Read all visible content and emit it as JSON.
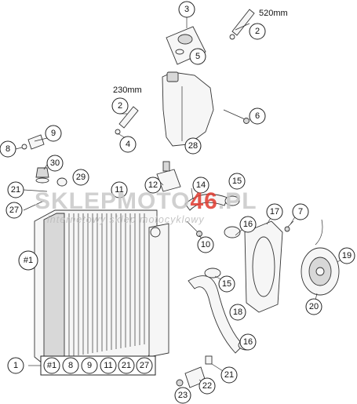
{
  "callouts": {
    "c1": "1",
    "c2a": "2",
    "c2b": "2",
    "c3": "3",
    "c4": "4",
    "c5": "5",
    "c6": "6",
    "c7": "7",
    "c8": "8",
    "c9": "9",
    "c10": "10",
    "c11": "11",
    "c12": "12",
    "c14": "14",
    "c15a": "15",
    "c15b": "15",
    "c16a": "16",
    "c16b": "16",
    "c17": "17",
    "c18": "18",
    "c19": "19",
    "c20": "20",
    "c21a": "21",
    "c21b": "21",
    "c22": "22",
    "c23": "23",
    "c27": "27",
    "c28": "28",
    "c29": "29",
    "c30": "30",
    "c_h1": "#1"
  },
  "dimensions": {
    "hose_long": "520mm",
    "hose_short": "230mm"
  },
  "kit": {
    "label": "1",
    "parts": [
      "#1",
      "8",
      "9",
      "11",
      "21",
      "27"
    ]
  },
  "watermark": {
    "brand_left": "SKLEPMOTO",
    "brand_num": "46",
    "brand_right": ".PL",
    "tagline": "internetowy sklep motocyklowy"
  },
  "colors": {
    "watermark_gray": "#c8c8c8",
    "watermark_red": "#e03a2f",
    "line": "#333333"
  }
}
